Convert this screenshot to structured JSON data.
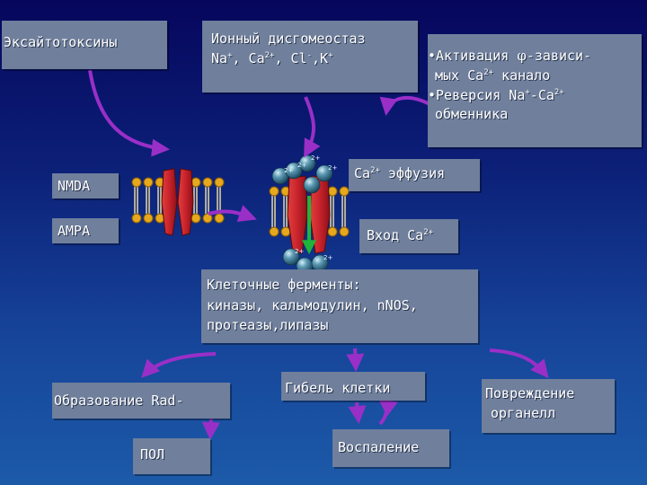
{
  "boxes": {
    "excitotoxins": "Эксайтотоксины",
    "ion_dyshomeostasis": {
      "line1": "Ионный дисгомеостаз",
      "na": "Na",
      "na_sup": "+",
      "ca": "Ca",
      "ca_sup": "2+",
      "cl": "Cl",
      "cl_sup": "-",
      "k": "K",
      "k_sup": "+"
    },
    "activation": {
      "bullet1_start": "•Активация ",
      "phi": "φ",
      "bullet1_end": "-зависи-",
      "line2_start": "мых Ca",
      "line2_sup": "2+",
      "line2_end": " канало",
      "bullet2_start": "•Реверсия Na",
      "bullet2_sup1": "+",
      "bullet2_mid": "-Ca",
      "bullet2_sup2": "2+",
      "line4": "обменника"
    },
    "nmda": "NMDA",
    "ampa": "AMPA",
    "ca_efflux": {
      "start": "Ca",
      "sup": "2+",
      "end": " эффузия"
    },
    "ca_entry": {
      "start": "Вход Ca",
      "sup": "2+"
    },
    "enzymes": {
      "line1": "Клеточные ферменты:",
      "line2": "киназы, кальмодулин, nNOS,",
      "line3": "протеазы,липазы"
    },
    "rad_formation": "Образование Rad-",
    "cell_death": "Гибель клетки",
    "organelle_damage": {
      "line1": "Повреждение",
      "line2": "органелл"
    },
    "lpo": "ПОЛ",
    "inflammation": "Воспаление"
  },
  "colors": {
    "box_fill": "#6f7f9c",
    "arrow_purple": "#9a2fc8",
    "channel_red": "#c8232c",
    "lipid_head": "#e6a81c",
    "ion_ball": "#3f7f9a",
    "down_arrow_green": "#1fb43a"
  }
}
